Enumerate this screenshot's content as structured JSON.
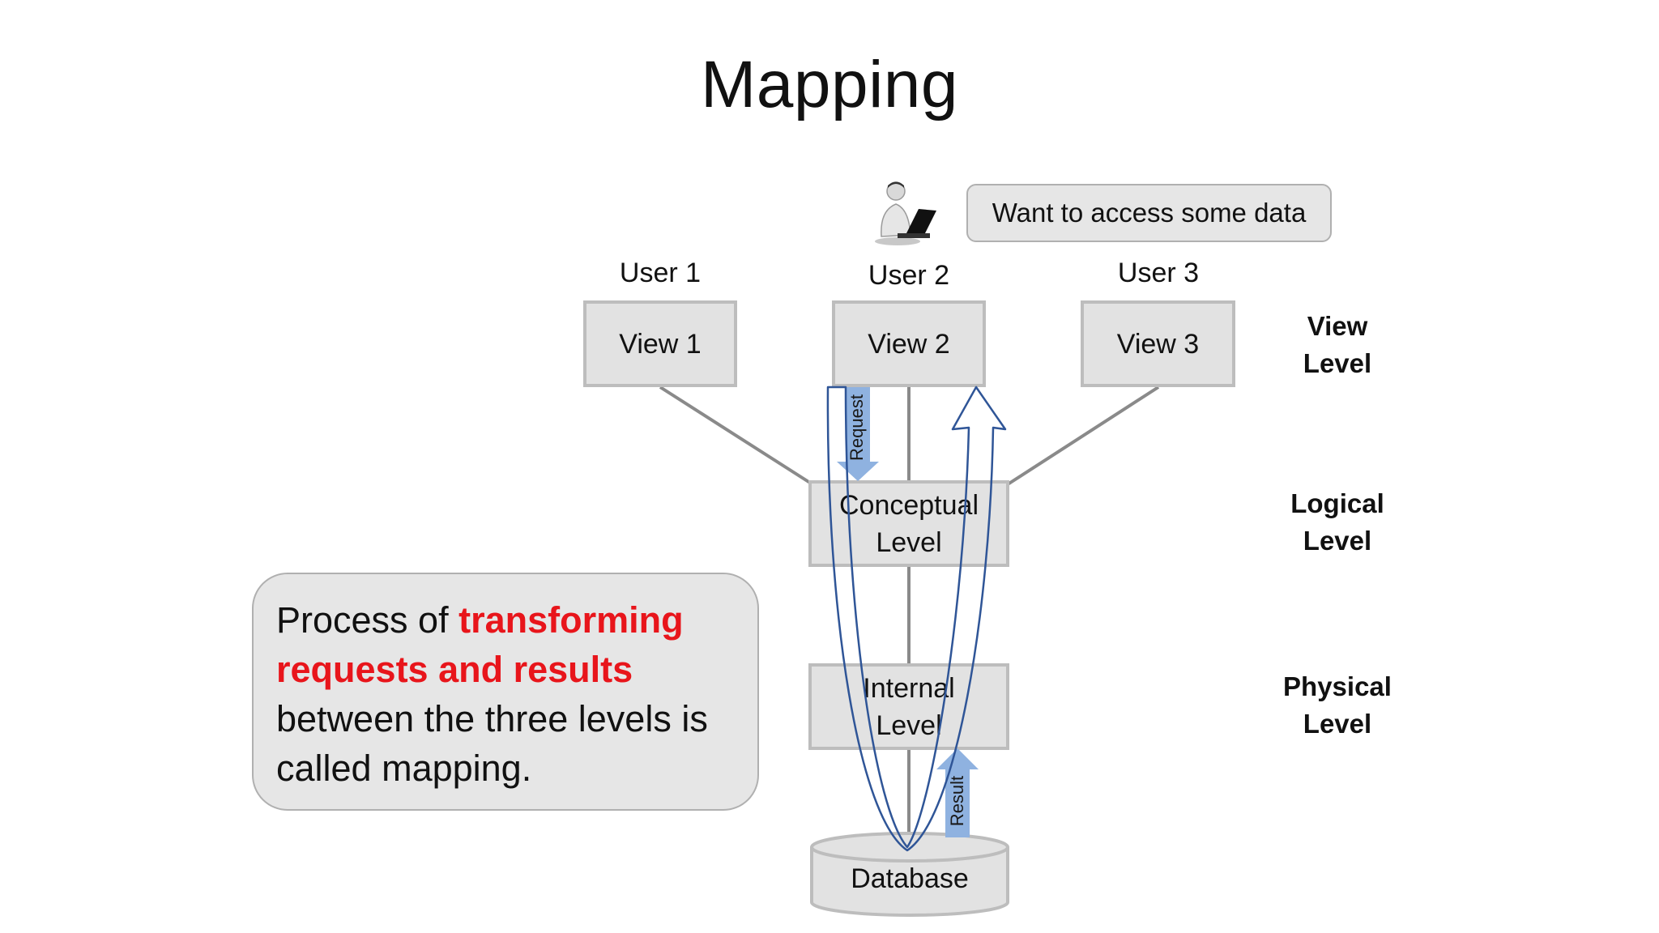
{
  "title": "Mapping",
  "speech": "Want to access some data",
  "users": [
    "User 1",
    "User 2",
    "User 3"
  ],
  "views": [
    "View 1",
    "View 2",
    "View 3"
  ],
  "conceptual": {
    "line1": "Conceptual",
    "line2": "Level"
  },
  "internal": {
    "line1": "Internal",
    "line2": "Level"
  },
  "database": "Database",
  "levels": {
    "view": {
      "line1": "View",
      "line2": "Level"
    },
    "logical": {
      "line1": "Logical",
      "line2": "Level"
    },
    "physical": {
      "line1": "Physical",
      "line2": "Level"
    }
  },
  "arrows": {
    "request": "Request",
    "result": "Result"
  },
  "callout": {
    "prefix": "Process of ",
    "highlight": "transforming requests and results",
    "suffix": "between the three levels is called mapping."
  },
  "colors": {
    "box_fill": "#e2e2e2",
    "box_border": "#bdbdbd",
    "highlight": "#e8151b",
    "arrow_blue": "#8fb2e0",
    "loop_stroke": "#2f5597"
  },
  "icons": {
    "user": "person-at-laptop-icon"
  }
}
